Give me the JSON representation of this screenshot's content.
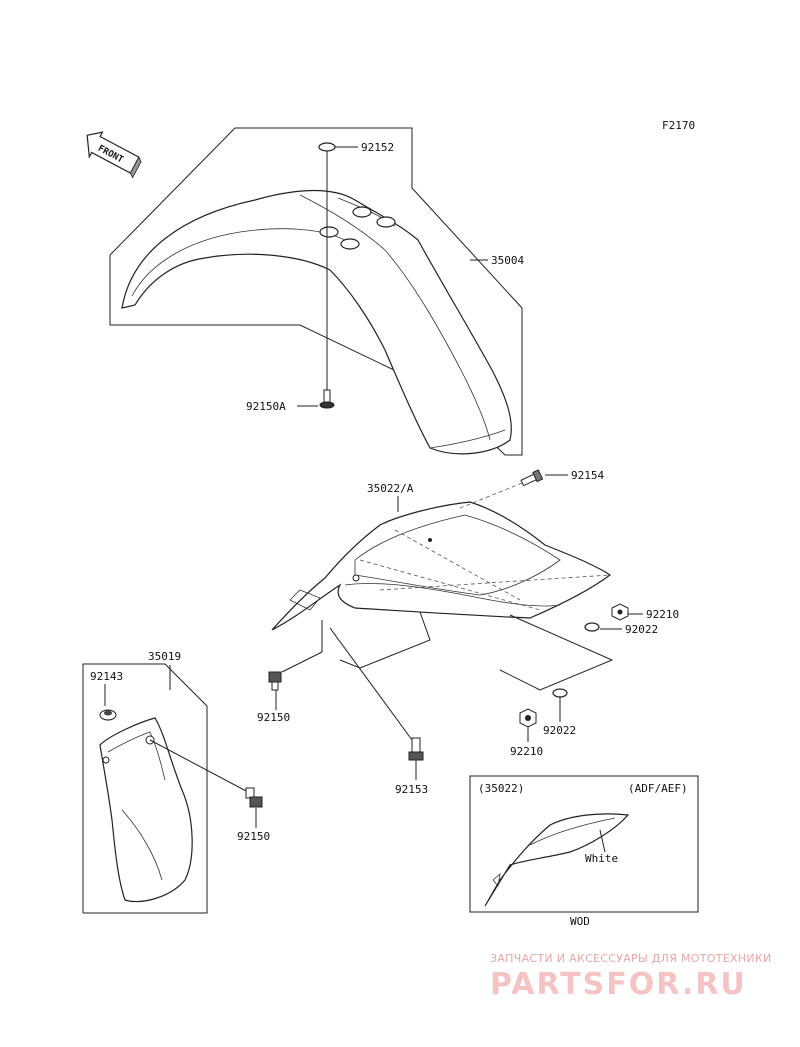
{
  "diagram": {
    "code": "F2170",
    "front_label": "FRONT",
    "parts": {
      "p92152": "92152",
      "p35004": "35004",
      "p92150A": "92150A",
      "p92154": "92154",
      "p35022A": "35022/A",
      "p92210a": "92210",
      "p92022a": "92022",
      "p35019": "35019",
      "p92143": "92143",
      "p92150a": "92150",
      "p92022b": "92022",
      "p92210b": "92210",
      "p92153": "92153",
      "p92150b": "92150"
    },
    "inset": {
      "ref": "(35022)",
      "variant": "(ADF/AEF)",
      "color_note": "White",
      "caption": "WOD"
    }
  },
  "watermark": {
    "tagline": "ЗАПЧАСТИ И АКСЕССУАРЫ ДЛЯ МОТОТЕХНИКИ",
    "brand": "PARTSFOR.RU"
  }
}
